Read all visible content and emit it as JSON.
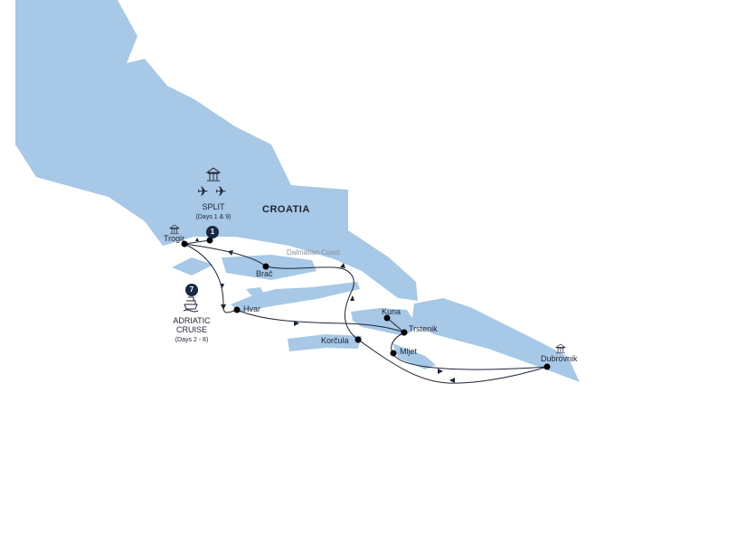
{
  "colors": {
    "land": "#a7c8e6",
    "route": "#1d2433",
    "badge": "#1a2746"
  },
  "country": "CROATIA",
  "region": "Dalmatian Coast",
  "split": {
    "name": "SPLIT",
    "days": "(Days 1 & 9)",
    "badge": "1",
    "icons": [
      "museum-icon",
      "plane-arrival-icon",
      "plane-departure-icon"
    ]
  },
  "cruise": {
    "name_line1": "ADRIATIC",
    "name_line2": "CRUISE",
    "days": "(Days 2 - 8)",
    "badge": "7",
    "icon": "ship-icon"
  },
  "stops": {
    "trogir": "Trogir",
    "brac": "Brač",
    "hvar": "Hvar",
    "korcula": "Korčula",
    "kuna": "Kuna",
    "trstenik": "Trstenik",
    "mljet": "Mljet",
    "dubrovnik": "Dubrovnik"
  }
}
